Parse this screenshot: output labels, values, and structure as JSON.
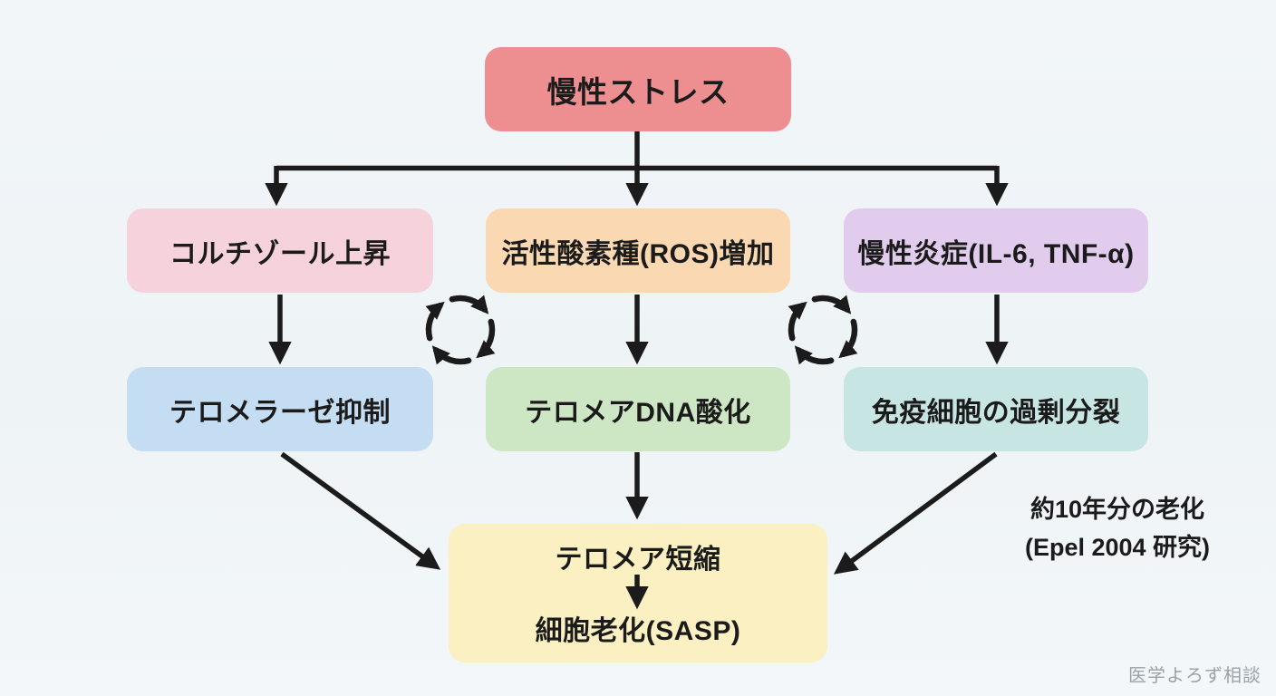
{
  "diagram": {
    "root_node": {
      "label": "慢性ストレス"
    },
    "mediators": [
      {
        "id": "cortisol",
        "label": "コルチゾール上昇"
      },
      {
        "id": "ros",
        "label": "活性酸素種(ROS)増加"
      },
      {
        "id": "inflammation",
        "label": "慢性炎症(IL-6, TNF-α)"
      }
    ],
    "effects": [
      {
        "id": "telomerase-inhibition",
        "label": "テロメラーゼ抑制"
      },
      {
        "id": "telomere-dna-oxidation",
        "label": "テロメアDNA酸化"
      },
      {
        "id": "immune-cell-overdivision",
        "label": "免疫細胞の過剰分裂"
      }
    ],
    "outcome_node": {
      "line1": "テロメア短縮",
      "line2": "細胞老化(SASP)"
    },
    "annotation": {
      "line1": "約10年分の老化",
      "line2": "(Epel 2004 研究)"
    },
    "watermark": "医学よろず相談",
    "colors": {
      "root": "#ed8f90",
      "cortisol": "#f6d2dc",
      "ros": "#fad8b2",
      "inflammation": "#e2ccee",
      "telomerase": "#c5ddf2",
      "dna_oxidation": "#cde7c4",
      "immune": "#c7e5e3",
      "outcome": "#faf0c2",
      "arrow": "#1b1b1b",
      "background": "#f0f4f7"
    }
  }
}
